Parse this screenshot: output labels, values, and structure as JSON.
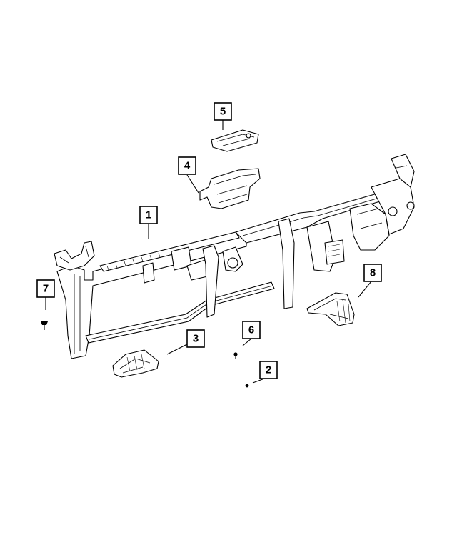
{
  "callouts": [
    {
      "id": "1",
      "label": "1"
    },
    {
      "id": "2",
      "label": "2"
    },
    {
      "id": "3",
      "label": "3"
    },
    {
      "id": "4",
      "label": "4"
    },
    {
      "id": "5",
      "label": "5"
    },
    {
      "id": "6",
      "label": "6"
    },
    {
      "id": "7",
      "label": "7"
    },
    {
      "id": "8",
      "label": "8"
    }
  ],
  "colors": {
    "ink": "#000000",
    "paper": "#ffffff"
  }
}
